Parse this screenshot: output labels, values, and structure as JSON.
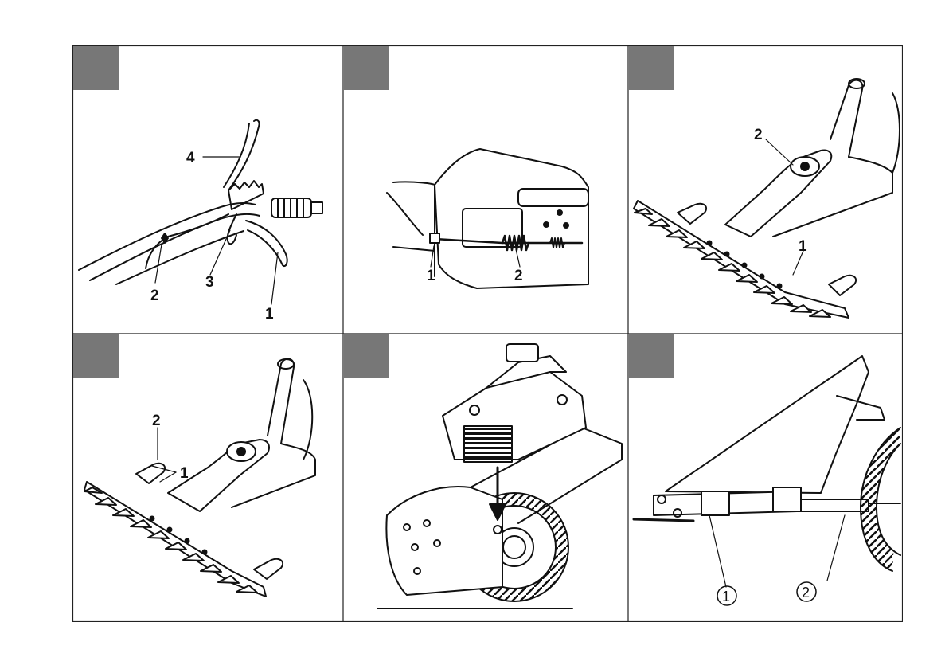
{
  "figure_sheet": {
    "panels": [
      {
        "id": "p1",
        "subject": "handlebar-clutch-lever",
        "callouts": [
          "4",
          "2",
          "3",
          "1"
        ]
      },
      {
        "id": "p2",
        "subject": "cable-spring-housing",
        "callouts": [
          "1",
          "2"
        ]
      },
      {
        "id": "p3",
        "subject": "cutter-bar-mount",
        "callouts": [
          "2",
          "1"
        ]
      },
      {
        "id": "p4",
        "subject": "cutter-bar-blades",
        "callouts": [
          "2",
          "1"
        ]
      },
      {
        "id": "p5",
        "subject": "engine-wheel-mount",
        "callouts": []
      },
      {
        "id": "p6",
        "subject": "guard-and-bar-side-view",
        "callouts": [
          "1",
          "2"
        ]
      }
    ],
    "colors": {
      "border": "#222222",
      "badge": "#777777",
      "ink": "#111111",
      "background": "#ffffff"
    }
  }
}
